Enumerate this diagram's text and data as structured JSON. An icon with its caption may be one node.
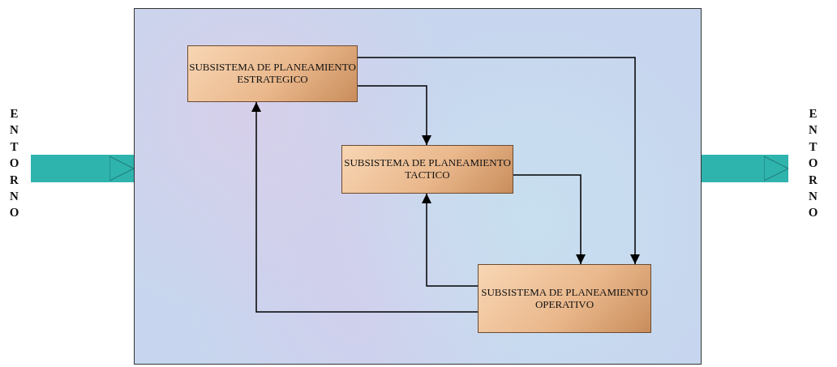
{
  "diagram": {
    "nodes": [
      {
        "text": [
          "ENTORNO"
        ]
      },
      {
        "text": [],
        "shape": "box"
      },
      {
        "text": [
          "SUBSISTEMA DE PLANEAMIENTO ESTRATEGICO"
        ],
        "in": 1
      },
      {
        "text": [
          "SUBSISTEMA DE PLANEAMIENTO TACTICO"
        ],
        "in": 1
      },
      {
        "text": [
          "SUBSISTEMA DE PLANEAMIENTO OPERATIVO"
        ],
        "in": 1
      },
      {
        "text": [
          "ENTORNO"
        ]
      }
    ],
    "edges": [
      {
        "from": 0,
        "to": 1,
        "arrow": "to",
        "style": "thick",
        "color": "#2fb3ad"
      },
      {
        "from": 1,
        "to": 5,
        "arrow": "to",
        "style": "thick",
        "color": "#2fb3ad"
      },
      {
        "from": 2,
        "to": 3,
        "arrow": "to"
      },
      {
        "from": 2,
        "to": 4,
        "arrow": "to"
      },
      {
        "from": 3,
        "to": 4,
        "arrow": "to"
      },
      {
        "from": 4,
        "to": 3,
        "arrow": "to"
      },
      {
        "from": 4,
        "to": 2,
        "arrow": "to"
      }
    ]
  }
}
